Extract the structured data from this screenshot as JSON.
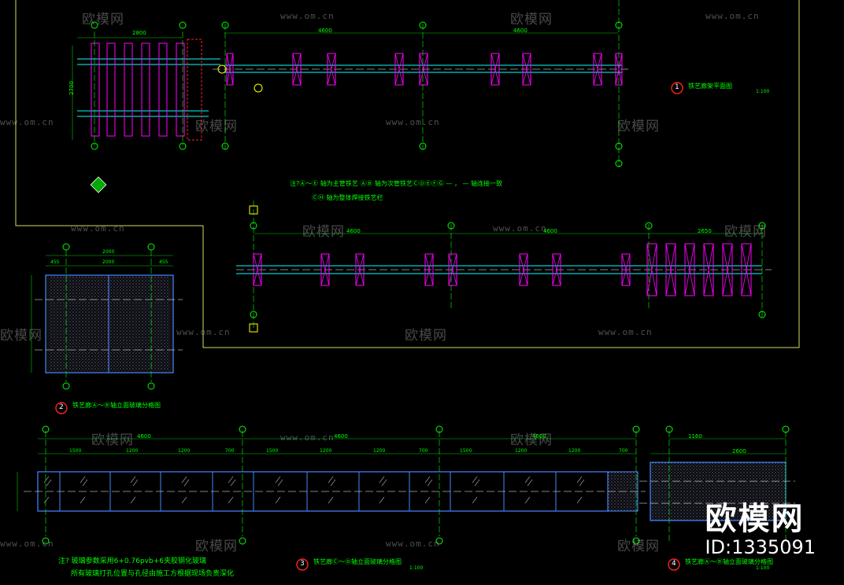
{
  "colors": {
    "background": "#000000",
    "frame": "#d8d860",
    "axis": "#00ff00",
    "dims": "#00cc00",
    "plan_line": "#00ffff",
    "panel": "#ff00ff",
    "glass": "#4488ff",
    "title": "#00ff00",
    "callout": "#ff2020"
  },
  "watermark": {
    "brand_cn": "欧模网",
    "url": "www.om.cn"
  },
  "brand": {
    "name": "欧模网",
    "id_text": "ID:1335091"
  },
  "drawing_1": {
    "number": "1",
    "title": "铁艺廊架平面图",
    "scale": "1:100",
    "dims_top": [
      "4600",
      "4600"
    ],
    "small_plan_dims": [
      "2800",
      "2700"
    ]
  },
  "notes": {
    "line1": "注?Ⓐ～Ⓔ  轴为主管铁艺 ⒶⒷ   轴为次管铁艺ⒸⒹⒺⒻⒼ —   ，  —   轴连接一致",
    "line2": "ⒸⒽ  轴为整体焊接铁艺栏"
  },
  "drawing_elev": {
    "dims_top": [
      "4600",
      "4600",
      "2650"
    ]
  },
  "drawing_2": {
    "number": "2",
    "title": "铁艺廊Ⓐ～Ⓑ轴立面玻璃分格图",
    "dims_top": [
      "455",
      "2000",
      "2000",
      "455"
    ]
  },
  "drawing_3": {
    "number": "3",
    "title": "铁艺廊Ⓒ～Ⓓ轴立面玻璃分格图",
    "scale": "1:100",
    "dims_top": [
      "4600",
      "4600",
      "4600"
    ],
    "dims_sub": [
      "1500",
      "1200",
      "1200",
      "700",
      "1500",
      "1200",
      "1200",
      "700",
      "1500",
      "1200",
      "1200",
      "700"
    ],
    "note_line1": "注?  玻璃参数采用6+0.76pvb+6夹胶钢化玻璃",
    "note_line2": "所有玻璃打孔位置与孔径由施工方根据现场负责深化"
  },
  "drawing_4": {
    "number": "4",
    "title": "铁艺廊Ⓐ～Ⓑ轴立面玻璃分格图",
    "scale": "1:100",
    "dims_top": [
      "1160",
      "2600"
    ]
  }
}
